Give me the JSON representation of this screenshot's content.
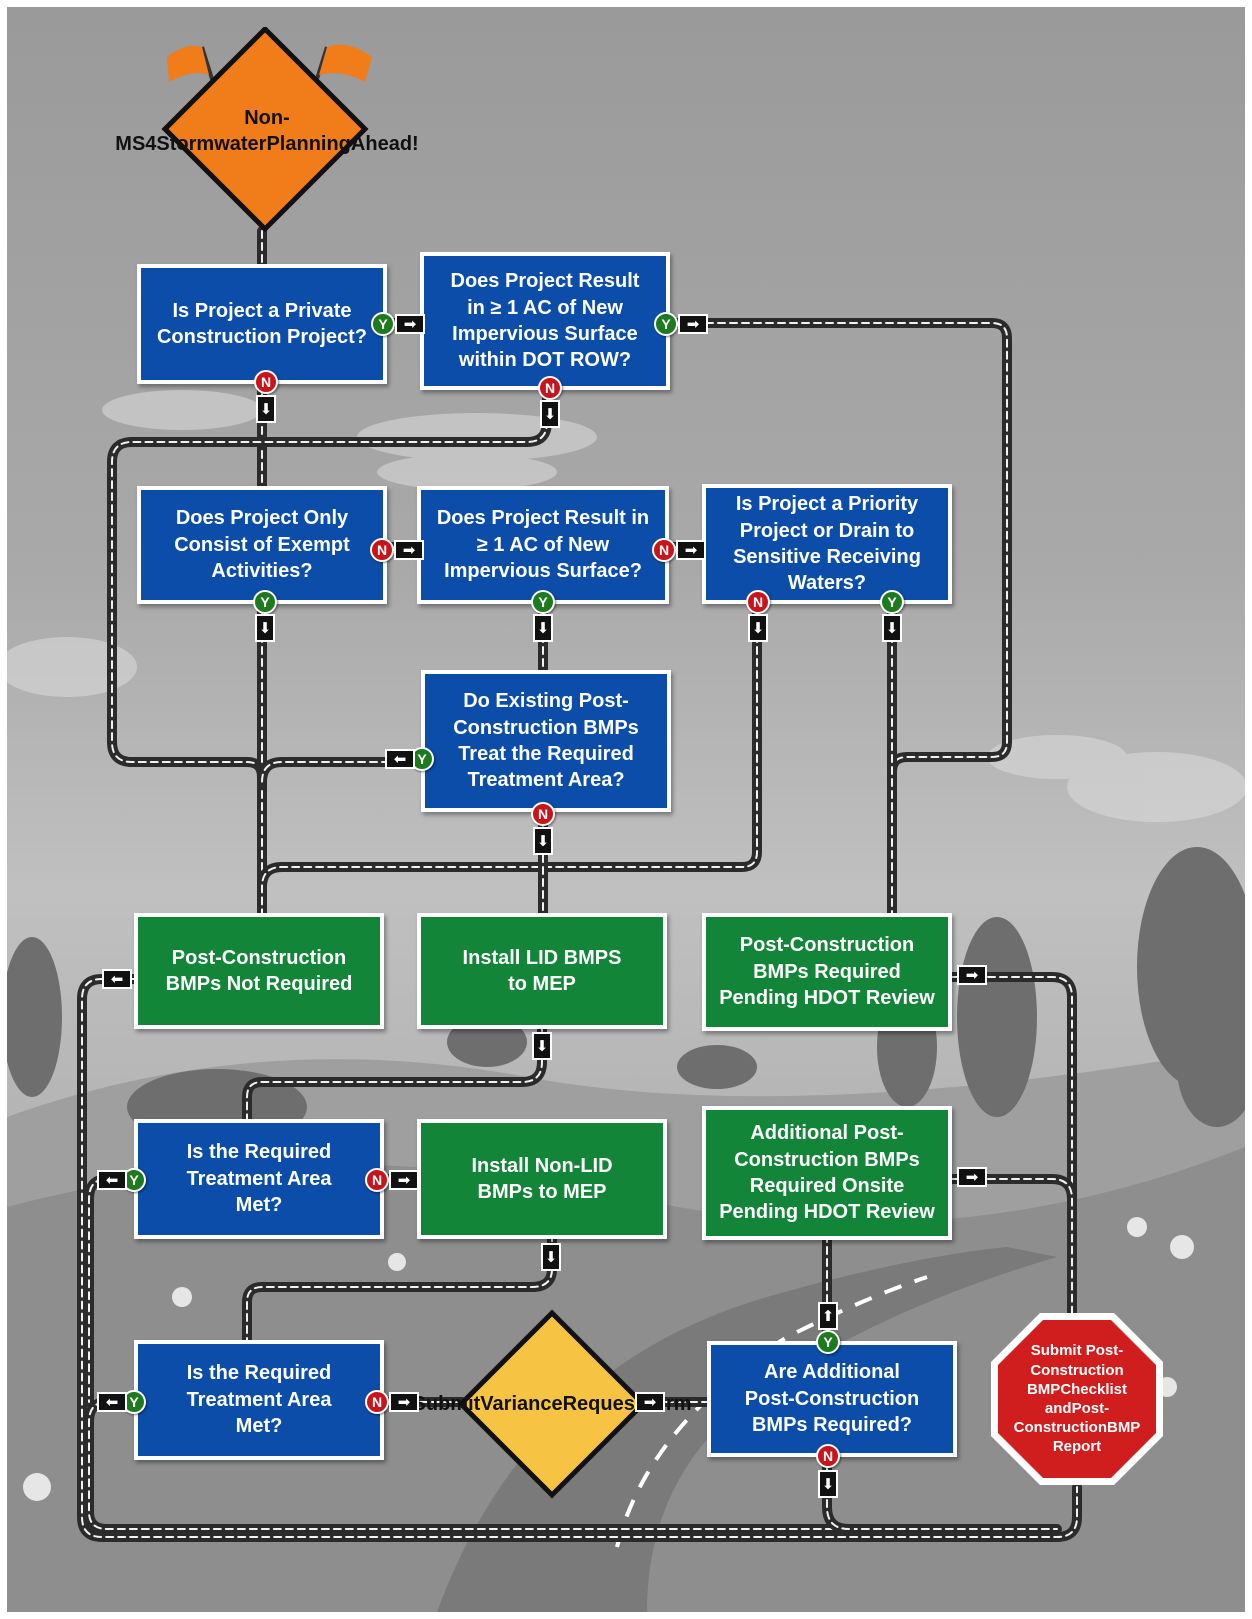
{
  "start_sign": {
    "lines": [
      "Non-MS4",
      "Stormwater",
      "Planning",
      "Ahead!"
    ]
  },
  "questions": {
    "private_project": [
      "Is Project a Private",
      "Construction Project?"
    ],
    "dot_row": [
      "Does Project Result",
      "in ≥ 1 AC of New",
      "Impervious Surface",
      "within DOT ROW?"
    ],
    "exempt": [
      "Does Project Only",
      "Consist of Exempt",
      "Activities?"
    ],
    "one_acre": [
      "Does Project Result in",
      "≥ 1 AC of New",
      "Impervious Surface?"
    ],
    "priority": [
      "Is Project a Priority",
      "Project or Drain to",
      "Sensitive Receiving",
      "Waters?"
    ],
    "existing_bmps": [
      "Do Existing Post-",
      "Construction BMPs",
      "Treat the Required",
      "Treatment Area?"
    ],
    "treatment_met_1": [
      "Is the Required",
      "Treatment Area",
      "Met?"
    ],
    "treatment_met_2": [
      "Is the Required",
      "Treatment Area",
      "Met?"
    ],
    "additional_bmps": [
      "Are Additional",
      "Post-Construction",
      "BMPs Required?"
    ]
  },
  "outcomes": {
    "not_required": [
      "Post-Construction",
      "BMPs Not Required"
    ],
    "install_lid": [
      "Install LID BMPS",
      "to MEP"
    ],
    "required_pending": [
      "Post-Construction",
      "BMPs Required",
      "Pending HDOT Review"
    ],
    "install_non_lid": [
      "Install Non-LID",
      "BMPs to MEP"
    ],
    "additional_onsite": [
      "Additional Post-",
      "Construction BMPs",
      "Required Onsite",
      "Pending HDOT Review"
    ]
  },
  "variance_sign": {
    "lines": [
      "Submit",
      "Variance",
      "Request",
      "Form"
    ]
  },
  "stop_sign": {
    "lines": [
      "Submit Post-",
      "Construction BMP",
      "Checklist and",
      "Post-Construction",
      "BMP Report"
    ]
  },
  "labels": {
    "yes": "Y",
    "no": "N"
  },
  "colors": {
    "question": "#0b4da8",
    "outcome": "#138539",
    "start_sign": "#f07c1a",
    "variance_sign": "#f6c343",
    "stop_sign": "#d01d1d",
    "yes_badge": "#1e7a1e",
    "no_badge": "#c8151b",
    "road": "#2b2b2b"
  },
  "icons": {
    "flags": "orange-flag-icon",
    "arrow": "road-arrow-icon"
  }
}
